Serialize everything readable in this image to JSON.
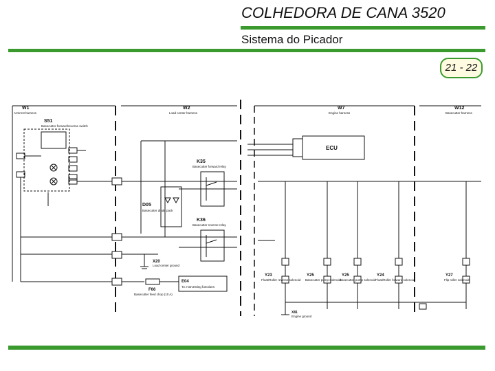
{
  "slide": {
    "title": "COLHEDORA DE CANA 3520",
    "subtitle": "Sistema do Picador",
    "page": "21 - 22",
    "accent_color": "#3a9a2e"
  },
  "harnesses": {
    "w1": {
      "code": "W1",
      "name": "Armrest harness"
    },
    "w2": {
      "code": "W2",
      "name": "Load center harness"
    },
    "w7": {
      "code": "W7",
      "name": "Engine harness"
    },
    "w12": {
      "code": "W12",
      "name": "Basecutter harness"
    }
  },
  "switch_s51": {
    "code": "S51",
    "name": "Basecutter forward/reverse switch"
  },
  "relay_k35": {
    "code": "K35",
    "name": "Basecutter forward relay"
  },
  "relay_k36": {
    "code": "K36",
    "name": "Basecutter reverse relay"
  },
  "diode_d05": {
    "code": "D05",
    "name": "Basecutter diode pack"
  },
  "ecu": {
    "label": "ECU"
  },
  "ground_x20": {
    "code": "X20",
    "name": "Load center ground"
  },
  "fuse_f66": {
    "code": "F66",
    "name": "Basecutter feed chop (10 A)"
  },
  "fuse_e04": {
    "code": "E04",
    "name": "To: Harvesting functions"
  },
  "solenoids": [
    {
      "code": "Y23",
      "name": "Float/Roller reverse solenoid"
    },
    {
      "code": "Y25",
      "name": "Basecutter pump solenoid"
    },
    {
      "code": "Y25",
      "name": "Basecutter pump solenoid"
    },
    {
      "code": "Y24",
      "name": "Float/Roller forward solenoid"
    },
    {
      "code": "Y27",
      "name": "Flip roller solenoid"
    }
  ],
  "ground_bottom": {
    "code": "X81",
    "name": "Engine ground"
  }
}
